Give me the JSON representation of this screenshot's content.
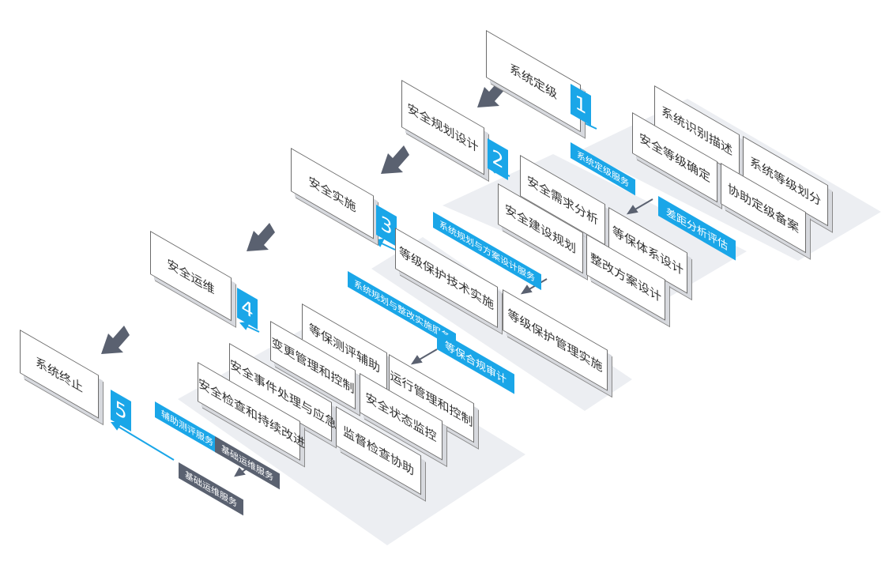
{
  "colors": {
    "accent": "#1aa6e8",
    "dark_tag": "#5a6170",
    "platform": "#eceef2",
    "arrow": "#5a6170",
    "slab_border": "#6b6b6b"
  },
  "stages": [
    {
      "label": "系统定级",
      "number": "1"
    },
    {
      "label": "安全规划设计",
      "number": "2"
    },
    {
      "label": "安全实施",
      "number": "3"
    },
    {
      "label": "安全运维",
      "number": "4"
    },
    {
      "label": "系统终止",
      "number": "5"
    }
  ],
  "group1": {
    "boxes": [
      "系统识别描述",
      "系统等级划分",
      "安全等级确定",
      "协助定级备案"
    ],
    "service_tag": "系统定级服务"
  },
  "group2": {
    "boxes": [
      "安全需求分析",
      "等保体系设计",
      "安全建设规划",
      "整改方案设计"
    ],
    "service_tag": "系统规划与方案设计服务",
    "side_tag": "差距分析评估"
  },
  "group3": {
    "boxes": [
      "等级保护技术实施",
      "等级保护管理实施"
    ],
    "service_tag": "系统规划与整改实施服务"
  },
  "group4": {
    "boxes": [
      "等保测评辅助",
      "变更管理和控制",
      "安全事件处理与应急",
      "安全检查和持续改进",
      "运行管理和控制",
      "安全状态监控",
      "监督检查协助"
    ],
    "side_tag": "等保合规审计"
  },
  "group5": {
    "service_tags": [
      "辅助测评服务",
      "基础运维服务",
      "基础运维服务"
    ]
  }
}
